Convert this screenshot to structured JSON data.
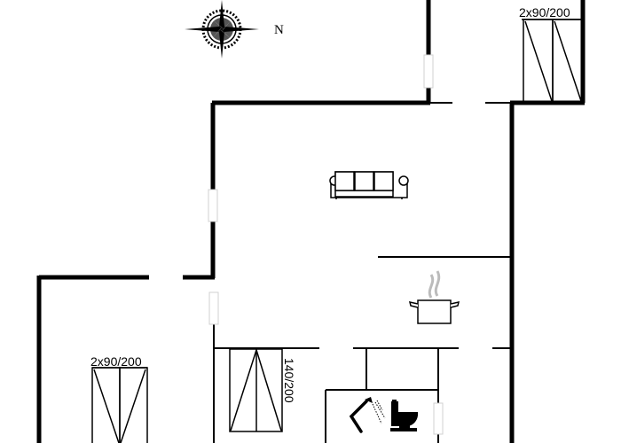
{
  "compass": {
    "label": "N"
  },
  "rooms": {
    "bedroom_top_right": {
      "bed_label": "2x90/200"
    },
    "living_room": {
      "furniture": "sofa-icon"
    },
    "kitchen": {
      "furniture": "cooking-pot-icon"
    },
    "bedroom_bottom_left": {
      "bed_label": "2x90/200"
    },
    "bedroom_bottom_middle": {
      "bed_label": "140/200"
    },
    "bathroom": {
      "fixtures": [
        "shower-icon",
        "toilet-icon"
      ]
    }
  },
  "colors": {
    "wall": "#000000",
    "window": "#d0d0d0",
    "background": "#ffffff",
    "steam": "#bbbbbb"
  }
}
